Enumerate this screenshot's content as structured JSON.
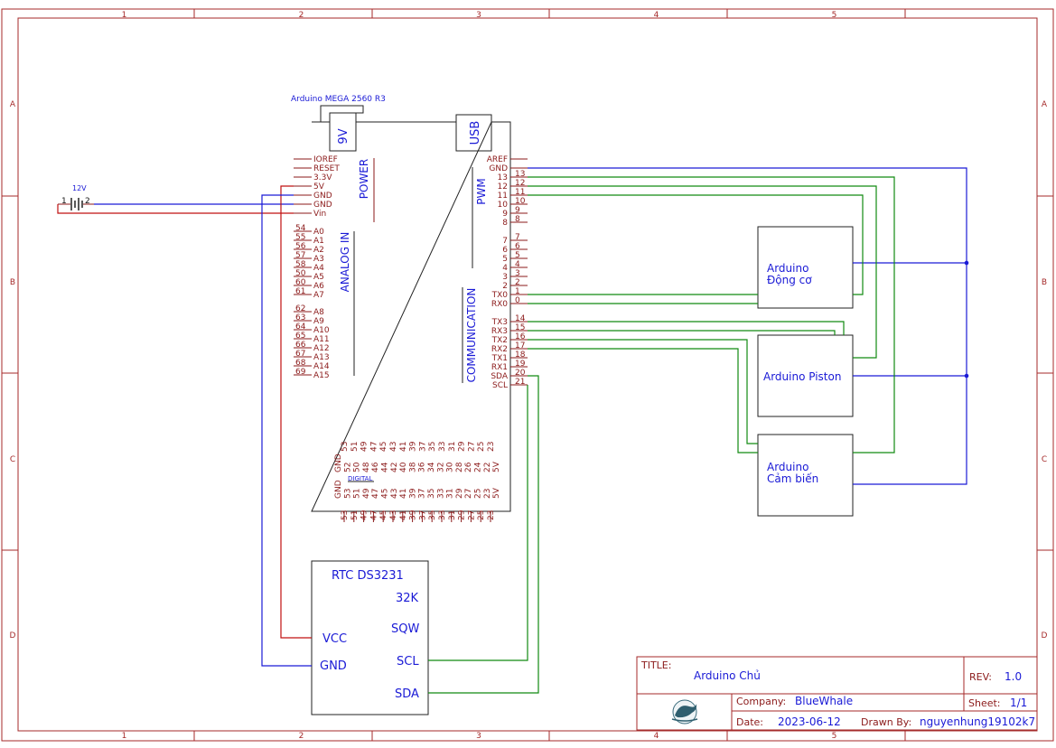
{
  "frame": {
    "col_labels": [
      "1",
      "2",
      "3",
      "4",
      "5"
    ],
    "row_labels": [
      "A",
      "B",
      "C",
      "D"
    ]
  },
  "arduino": {
    "name": "Arduino MEGA 2560 R3",
    "power_jack": "9V",
    "usb": "USB",
    "group_power": "POWER",
    "group_analog": "ANALOG IN",
    "group_pwm": "PWM",
    "group_comm": "COMMUNICATION",
    "group_digital": "DIGITAL",
    "left_pins": [
      "IOREF",
      "RESET",
      "3.3V",
      "5V",
      "GND",
      "GND",
      "Vin"
    ],
    "analog_pins": [
      {
        "num": "54",
        "name": "A0"
      },
      {
        "num": "55",
        "name": "A1"
      },
      {
        "num": "56",
        "name": "A2"
      },
      {
        "num": "57",
        "name": "A3"
      },
      {
        "num": "58",
        "name": "A4"
      },
      {
        "num": "50",
        "name": "A5"
      },
      {
        "num": "60",
        "name": "A6"
      },
      {
        "num": "61",
        "name": "A7"
      },
      {
        "num": "62",
        "name": "A8"
      },
      {
        "num": "63",
        "name": "A9"
      },
      {
        "num": "64",
        "name": "A10"
      },
      {
        "num": "65",
        "name": "A11"
      },
      {
        "num": "66",
        "name": "A12"
      },
      {
        "num": "67",
        "name": "A13"
      },
      {
        "num": "68",
        "name": "A14"
      },
      {
        "num": "69",
        "name": "A15"
      }
    ],
    "right_pins_top": [
      {
        "name": "AREF",
        "num": ""
      },
      {
        "name": "GND",
        "num": ""
      },
      {
        "name": "13",
        "num": "13"
      },
      {
        "name": "12",
        "num": "12"
      },
      {
        "name": "11",
        "num": "11"
      },
      {
        "name": "10",
        "num": "10"
      },
      {
        "name": "9",
        "num": "9"
      },
      {
        "name": "8",
        "num": "8"
      }
    ],
    "right_pins_mid": [
      {
        "name": "7",
        "num": "7"
      },
      {
        "name": "6",
        "num": "6"
      },
      {
        "name": "5",
        "num": "5"
      },
      {
        "name": "4",
        "num": "4"
      },
      {
        "name": "3",
        "num": "3"
      },
      {
        "name": "2",
        "num": "2"
      },
      {
        "name": "TX0",
        "num": "1"
      },
      {
        "name": "RX0",
        "num": "0"
      }
    ],
    "right_pins_comm": [
      {
        "name": "TX3",
        "num": "14"
      },
      {
        "name": "RX3",
        "num": "15"
      },
      {
        "name": "TX2",
        "num": "16"
      },
      {
        "name": "RX2",
        "num": "17"
      },
      {
        "name": "TX1",
        "num": "18"
      },
      {
        "name": "RX1",
        "num": "19"
      },
      {
        "name": "SDA",
        "num": "20"
      },
      {
        "name": "SCL",
        "num": "21"
      }
    ],
    "bottom_top_nums": [
      "53",
      "51",
      "49",
      "47",
      "45",
      "43",
      "41",
      "39",
      "37",
      "35",
      "33",
      "31",
      "29",
      "27",
      "25",
      "23"
    ],
    "bottom_top_names": [
      "GND",
      "52",
      "50",
      "48",
      "46",
      "44",
      "42",
      "40",
      "38",
      "36",
      "34",
      "32",
      "30",
      "28",
      "26",
      "24",
      "22",
      "5V"
    ],
    "bottom_bot_names": [
      "GND",
      "53",
      "51",
      "49",
      "47",
      "45",
      "43",
      "41",
      "39",
      "37",
      "35",
      "33",
      "31",
      "29",
      "27",
      "25",
      "23",
      "5V"
    ],
    "bottom_bot_nums": [
      "53",
      "51",
      "49",
      "47",
      "45",
      "43",
      "41",
      "39",
      "37",
      "35",
      "33",
      "31",
      "29",
      "27",
      "25",
      "23"
    ]
  },
  "battery": {
    "label": "12V",
    "pin1": "1",
    "pin2": "2"
  },
  "rtc": {
    "title": "RTC DS3231",
    "pins": {
      "p32k": "32K",
      "sqw": "SQW",
      "vcc": "VCC",
      "scl": "SCL",
      "gnd": "GND",
      "sda": "SDA"
    }
  },
  "blocks": {
    "motor": {
      "line1": "Arduino",
      "line2": "Động cơ"
    },
    "piston": {
      "line1": "Arduino Piston"
    },
    "sensor": {
      "line1": "Arduino",
      "line2": "Cảm biến"
    }
  },
  "title_block": {
    "title_label": "TITLE:",
    "title_value": "Arduino Chủ",
    "rev_label": "REV:",
    "rev_value": "1.0",
    "company_label": "Company:",
    "company_value": "BlueWhale",
    "sheet_label": "Sheet:",
    "sheet_value": "1/1",
    "date_label": "Date:",
    "date_value": "2023-06-12",
    "drawn_label": "Drawn By:",
    "drawn_value": "nguyenhung19102k7"
  },
  "colors": {
    "frame": "#a52a2a",
    "pin": "#8b1a1a",
    "wire_blue": "#1a1ad6",
    "wire_red": "#c01010",
    "wire_green": "#128a12"
  }
}
